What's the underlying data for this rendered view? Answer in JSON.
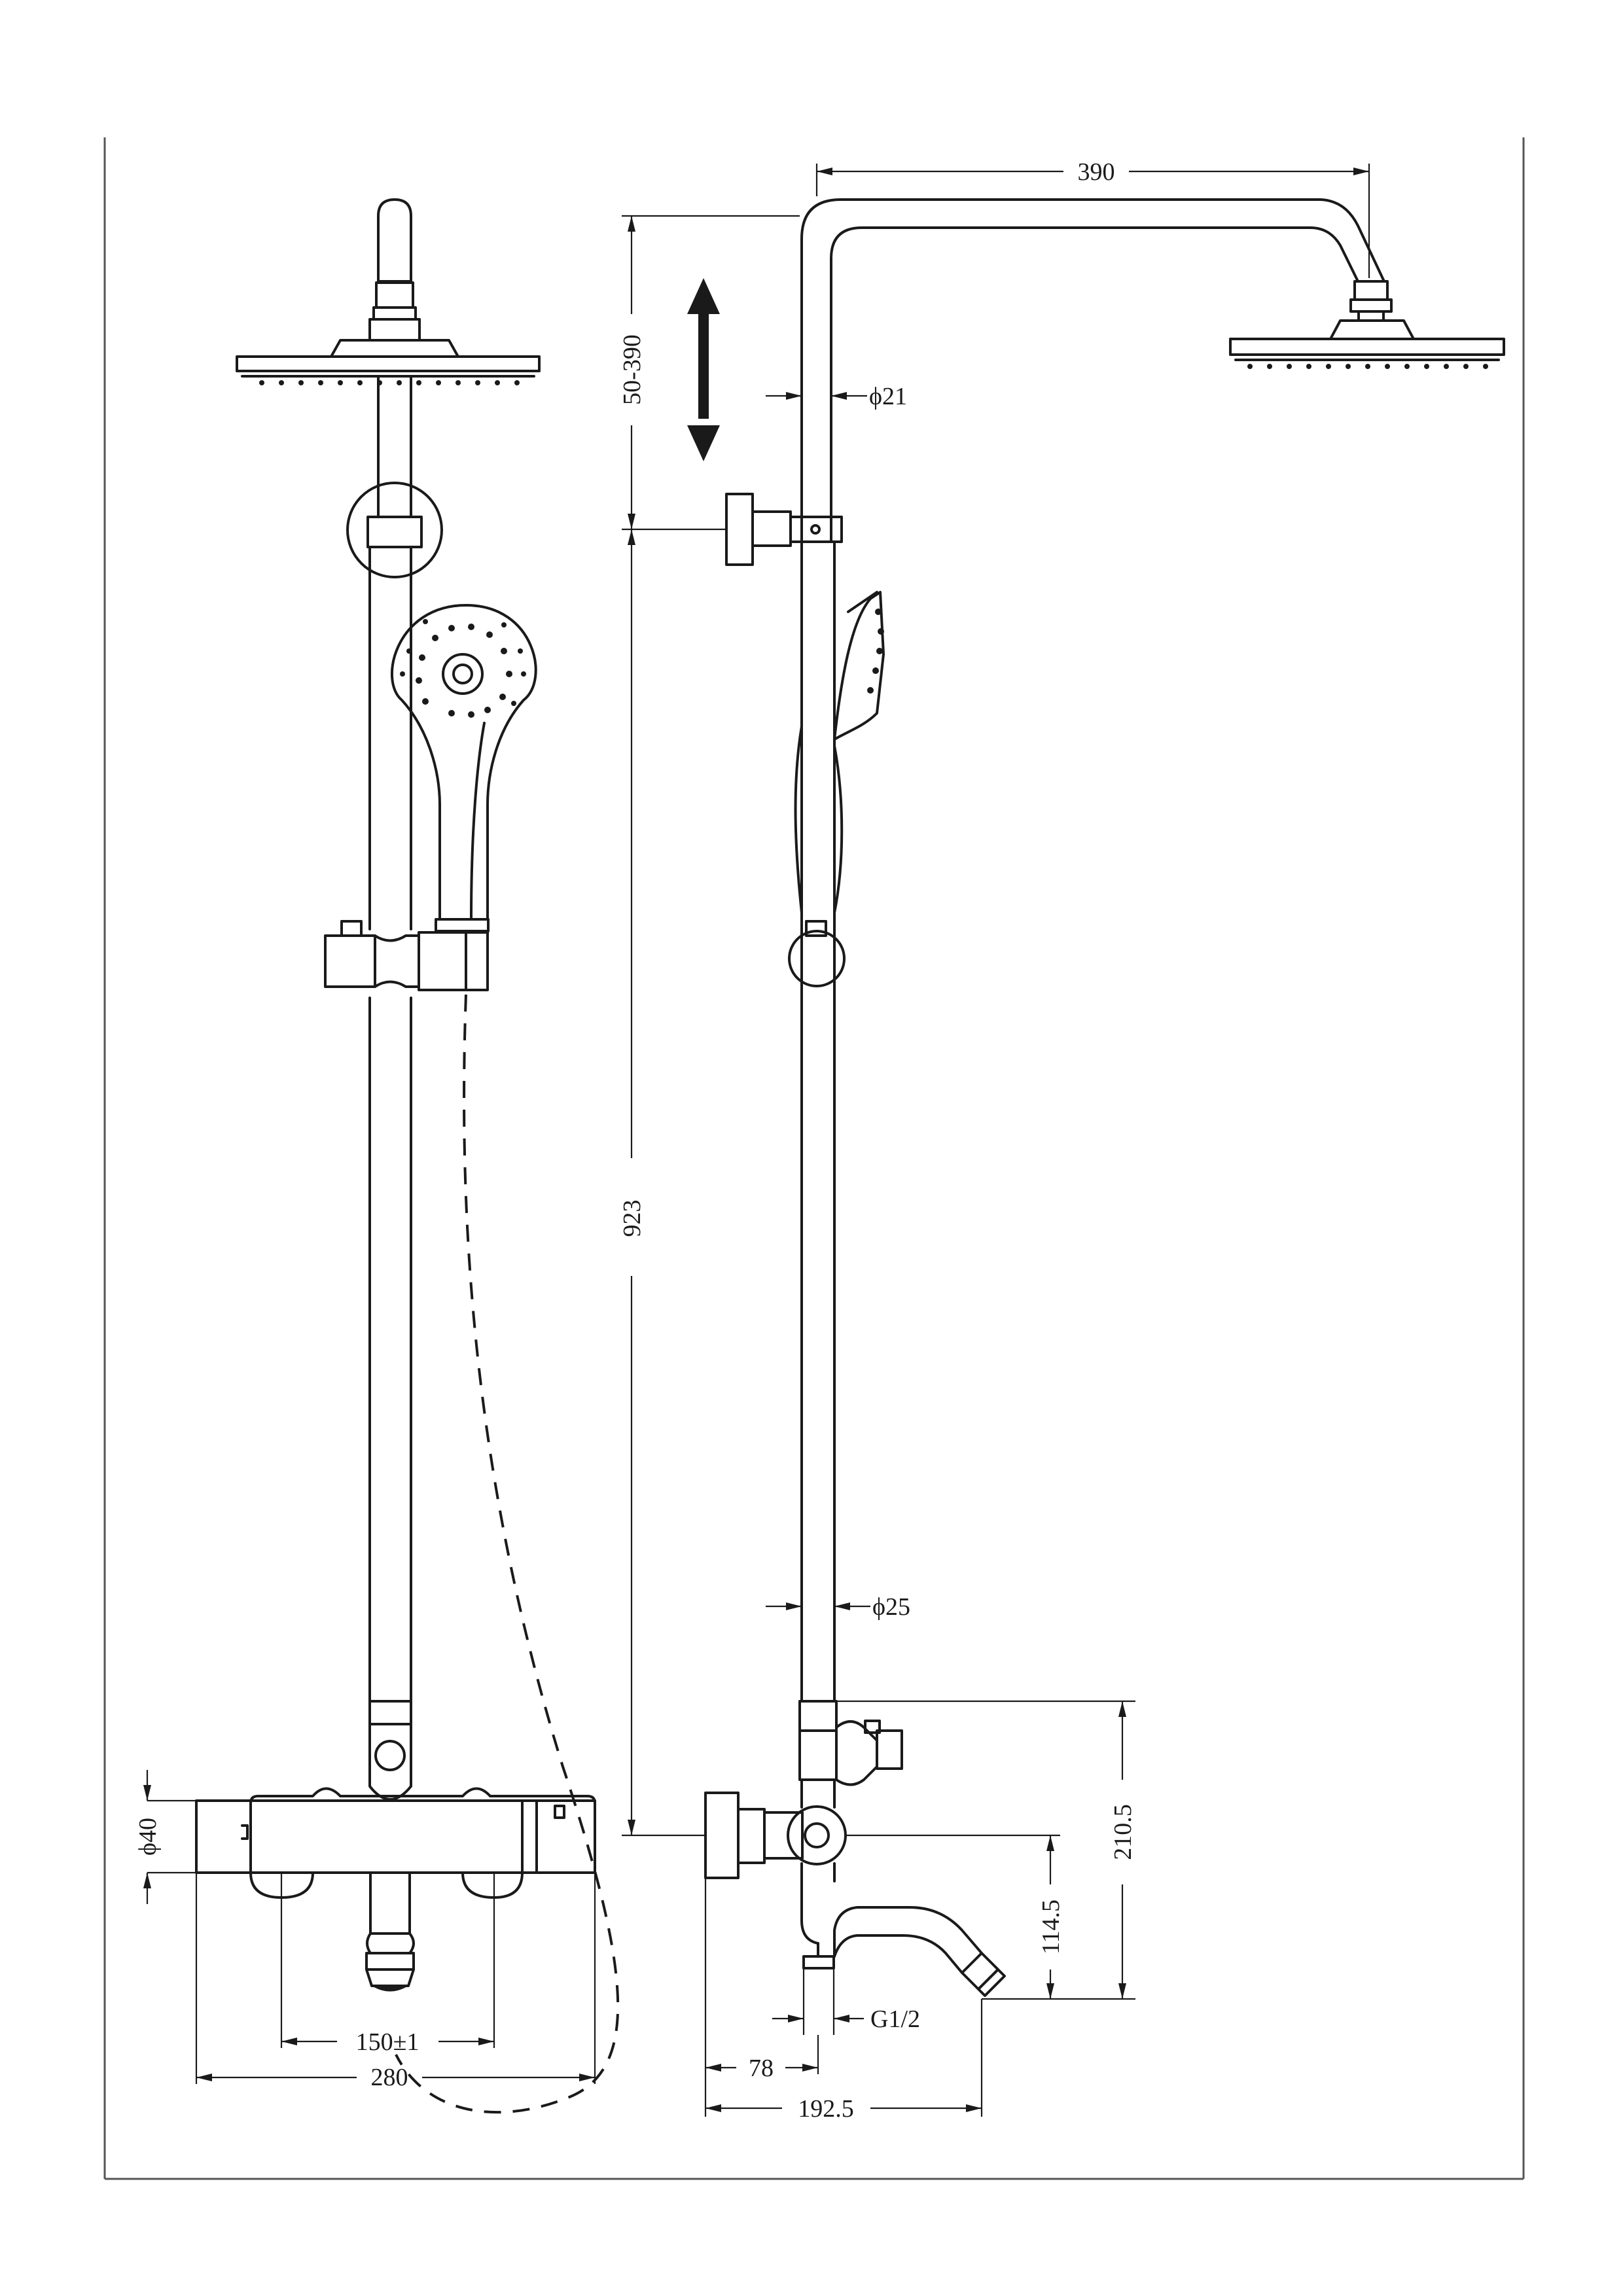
{
  "dimensions": {
    "head_projection": "390",
    "height_adjust": "50-390",
    "top_pipe_dia": "ϕ21",
    "rail_height": "923",
    "rail_dia": "ϕ25",
    "body_dia": "ϕ40",
    "mixer_height": "210.5",
    "spout_height": "114.5",
    "inlet_thread": "G1/2",
    "centres": "150±1",
    "overall_width": "280",
    "wall_to_inlet": "78",
    "spout_projection": "192.5"
  },
  "colors": {
    "line": "#1a1a1a",
    "frame": "#555555",
    "background": "#ffffff"
  },
  "icons": {
    "adjust_arrow": "double-arrow-vertical-icon"
  }
}
